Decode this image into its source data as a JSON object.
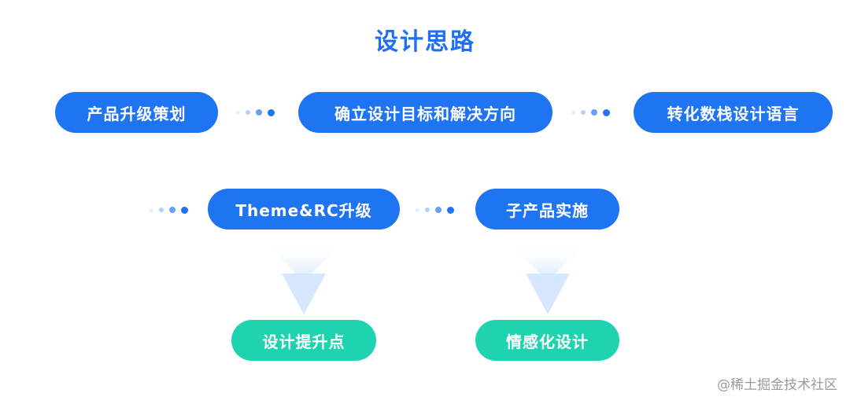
{
  "title": "设计思路",
  "nodes": {
    "n1": "产品升级策划",
    "n2": "确立设计目标和解决方向",
    "n3": "转化数栈设计语言",
    "n4": "Theme&RC升级",
    "n5": "子产品实施",
    "n6": "设计提升点",
    "n7": "情感化设计"
  },
  "colors": {
    "title": "#1f6ff0",
    "node_blue": "#1f74f2",
    "node_green": "#1fd3b0",
    "arrow": "#d6e6fd"
  },
  "watermark": "@稀土掘金技术社区"
}
